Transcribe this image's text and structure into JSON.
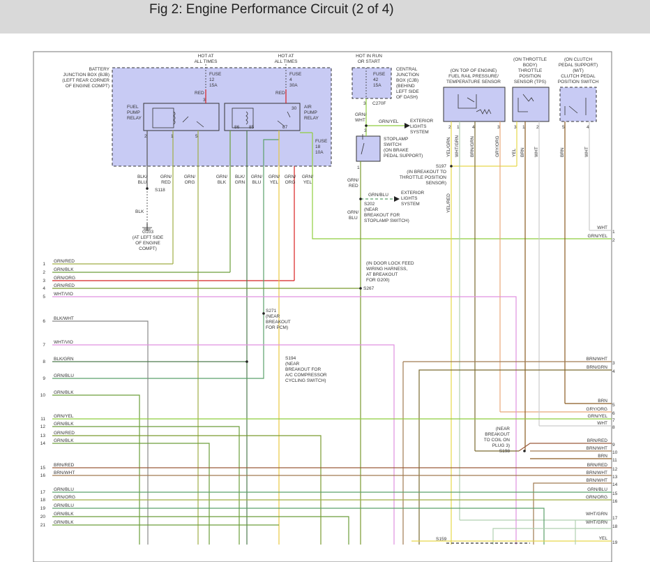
{
  "title": "Fig 2: Engine Performance Circuit (2 of 4)",
  "colors": {
    "grn_red": "#7a9a2e",
    "grn_blk": "#6c9e3a",
    "grn_org": "#9fae45",
    "blk": "#555555",
    "wht_vio": "#e090e0",
    "blk_wht": "#888888",
    "blk_grn": "#4d7a4d",
    "grn_blu": "#5aa06a",
    "grn_yel": "#8fce3e",
    "brn_red": "#9a5a3a",
    "brn_wht": "#a07a50",
    "brn": "#8a5a20",
    "gry_org": "#e8a878",
    "wht": "#cccccc",
    "yel": "#e6d84a",
    "yel_red": "#e8c840",
    "brn_grn": "#7a6a30",
    "wht_grn": "#b0d0b0",
    "red": "#d82020",
    "box_fill": "#c8cbf4"
  },
  "components": {
    "bjb": [
      "BATTERY",
      "JUNCTION BOX (BJB)",
      "(LEFT REAR CORNER",
      "OF ENGINE COMPT)"
    ],
    "hot1": [
      "HOT AT",
      "ALL TIMES"
    ],
    "hot2": [
      "HOT AT",
      "ALL TIMES"
    ],
    "fuse12": [
      "FUSE",
      "12",
      "15A"
    ],
    "fuse4": [
      "FUSE",
      "4",
      "30A"
    ],
    "fuel_relay": [
      "FUEL",
      "PUMP",
      "RELAY"
    ],
    "air_relay": [
      "AIR",
      "PUMP",
      "RELAY"
    ],
    "fuse18": [
      "FUSE",
      "18",
      "10A"
    ],
    "hot_run": [
      "HOT IN RUN",
      "OR START"
    ],
    "fuse42": [
      "FUSE",
      "42",
      "15A"
    ],
    "cjb": [
      "CENTRAL",
      "JUNCTION",
      "BOX (CJB)",
      "(BEHIND",
      "LEFT SIDE",
      "OF DASH)"
    ],
    "c270f": "C270F",
    "ext1": [
      "EXTERIOR",
      "LIGHTS",
      "SYSTEM"
    ],
    "stoplamp": [
      "STOPLAMP",
      "SWITCH",
      "(ON BRAKE",
      "PEDAL SUPPORT)"
    ],
    "ext2": [
      "EXTERIOR",
      "LIGHTS",
      "SYSTEM"
    ],
    "s202": [
      "S202",
      "(NEAR",
      "BREAKOUT FOR",
      "STOPLAMP SWITCH)"
    ],
    "frp": [
      "(ON TOP OF ENGINE)",
      "FUEL RAIL PRESSURE/",
      "TEMPERATURE SENSOR"
    ],
    "tps": [
      "(ON THROTTLE",
      "BODY)",
      "THROTTLE",
      "POSITION",
      "SENSOR (TPS)"
    ],
    "clutch": [
      "(ON CLUTCH",
      "PEDAL SUPPORT)",
      "(M/T)",
      "CLUTCH PEDAL",
      "POSITION SWITCH"
    ],
    "s197": [
      "S197",
      "(IN BREAKOUT TO",
      "THROTTLE POSITION",
      "SENSOR)"
    ],
    "s118": "S118",
    "g103": [
      "G103",
      "(AT LEFT SIDE",
      "OF ENGINE",
      "COMPT)"
    ],
    "door": [
      "(IN DOOR LOCK FEED",
      "WIRING HARNESS,",
      "AT BREAKOUT",
      "FOR G200)"
    ],
    "s267": "S267",
    "s271": [
      "S271",
      "(NEAR",
      "BREAKOUT",
      "FOR PCM)"
    ],
    "s194": [
      "S194",
      "(NEAR",
      "BREAKOUT FOR",
      "A/C COMPRESSOR",
      "CYCLING SWITCH)"
    ],
    "s198": [
      "(NEAR",
      "BREAKOUT",
      "TO COIL ON",
      "PLUG 3)",
      "S198"
    ],
    "s159": "S159"
  },
  "left_wires": [
    {
      "n": "1",
      "label": "GRN/RED"
    },
    {
      "n": "2",
      "label": "GRN/BLK"
    },
    {
      "n": "3",
      "label": "GRN/ORG"
    },
    {
      "n": "4",
      "label": "GRN/RED"
    },
    {
      "n": "5",
      "label": "WHT/VIO"
    },
    {
      "n": "6",
      "label": "BLK/WHT"
    },
    {
      "n": "7",
      "label": "WHT/VIO"
    },
    {
      "n": "8",
      "label": "BLK/GRN"
    },
    {
      "n": "9",
      "label": "GRN/BLU"
    },
    {
      "n": "10",
      "label": "GRN/BLK"
    },
    {
      "n": "11",
      "label": "GRN/YEL"
    },
    {
      "n": "12",
      "label": "GRN/BLK"
    },
    {
      "n": "13",
      "label": "GRN/RED"
    },
    {
      "n": "14",
      "label": "GRN/BLK"
    },
    {
      "n": "15",
      "label": "BRN/RED"
    },
    {
      "n": "16",
      "label": "BRN/WHT"
    },
    {
      "n": "17",
      "label": "GRN/BLU"
    },
    {
      "n": "18",
      "label": "GRN/ORG"
    },
    {
      "n": "19",
      "label": "GRN/BLU"
    },
    {
      "n": "20",
      "label": "GRN/BLK"
    },
    {
      "n": "21",
      "label": "GRN/BLK"
    }
  ],
  "right_wires": [
    {
      "n": "1",
      "label": "WHT"
    },
    {
      "n": "2",
      "label": "GRN/YEL"
    },
    {
      "n": "3",
      "label": "BRN/WHT"
    },
    {
      "n": "4",
      "label": "BRN/GRN"
    },
    {
      "n": "5",
      "label": "BRN"
    },
    {
      "n": "6",
      "label": "GRY/ORG"
    },
    {
      "n": "7",
      "label": "GRN/YEL"
    },
    {
      "n": "8",
      "label": "WHT"
    },
    {
      "n": "9",
      "label": "BRN/RED"
    },
    {
      "n": "10",
      "label": "BRN/WHT"
    },
    {
      "n": "11",
      "label": "BRN"
    },
    {
      "n": "12",
      "label": "BRN/RED"
    },
    {
      "n": "13",
      "label": "BRN/WHT"
    },
    {
      "n": "14",
      "label": "BRN/WHT"
    },
    {
      "n": "15",
      "label": "GRN/BLU"
    },
    {
      "n": "16",
      "label": "GRN/ORG"
    },
    {
      "n": "17",
      "label": "WHT/GRN"
    },
    {
      "n": "18",
      "label": "WHT/GRN"
    },
    {
      "n": "19",
      "label": "YEL"
    }
  ],
  "pin_labels": {
    "relay_pins": [
      "2",
      "1",
      "5",
      "86",
      "85",
      "87",
      "30",
      "3"
    ],
    "bjb_bottom": [
      "BLK/",
      "BLU",
      "GRN/",
      "RED",
      "GRN/",
      "ORG",
      "GRN/",
      "BLK",
      "BLK/",
      "GRN",
      "GRN/",
      "BLU",
      "GRN/",
      "YEL",
      "GRN/",
      "ORG",
      "GRN/",
      "YEL"
    ],
    "sensor_pins": [
      "2",
      "1",
      "4",
      "3",
      "3",
      "1",
      "2",
      "5",
      "4"
    ],
    "sensor_wires": [
      "YEL/GRN",
      "WHT/GRN",
      "BRN/GRN",
      "GRY/ORG",
      "YEL",
      "BRN",
      "WHT",
      "BRN",
      "WHT"
    ],
    "misc": [
      "RED",
      "RED",
      "BLK",
      "GRN/",
      "WHT",
      "GRN/YEL",
      "GRN/BLU",
      "GRN/",
      "RED",
      "GRN/",
      "BLU",
      "YEL/RED",
      "3",
      "1",
      "3"
    ]
  }
}
